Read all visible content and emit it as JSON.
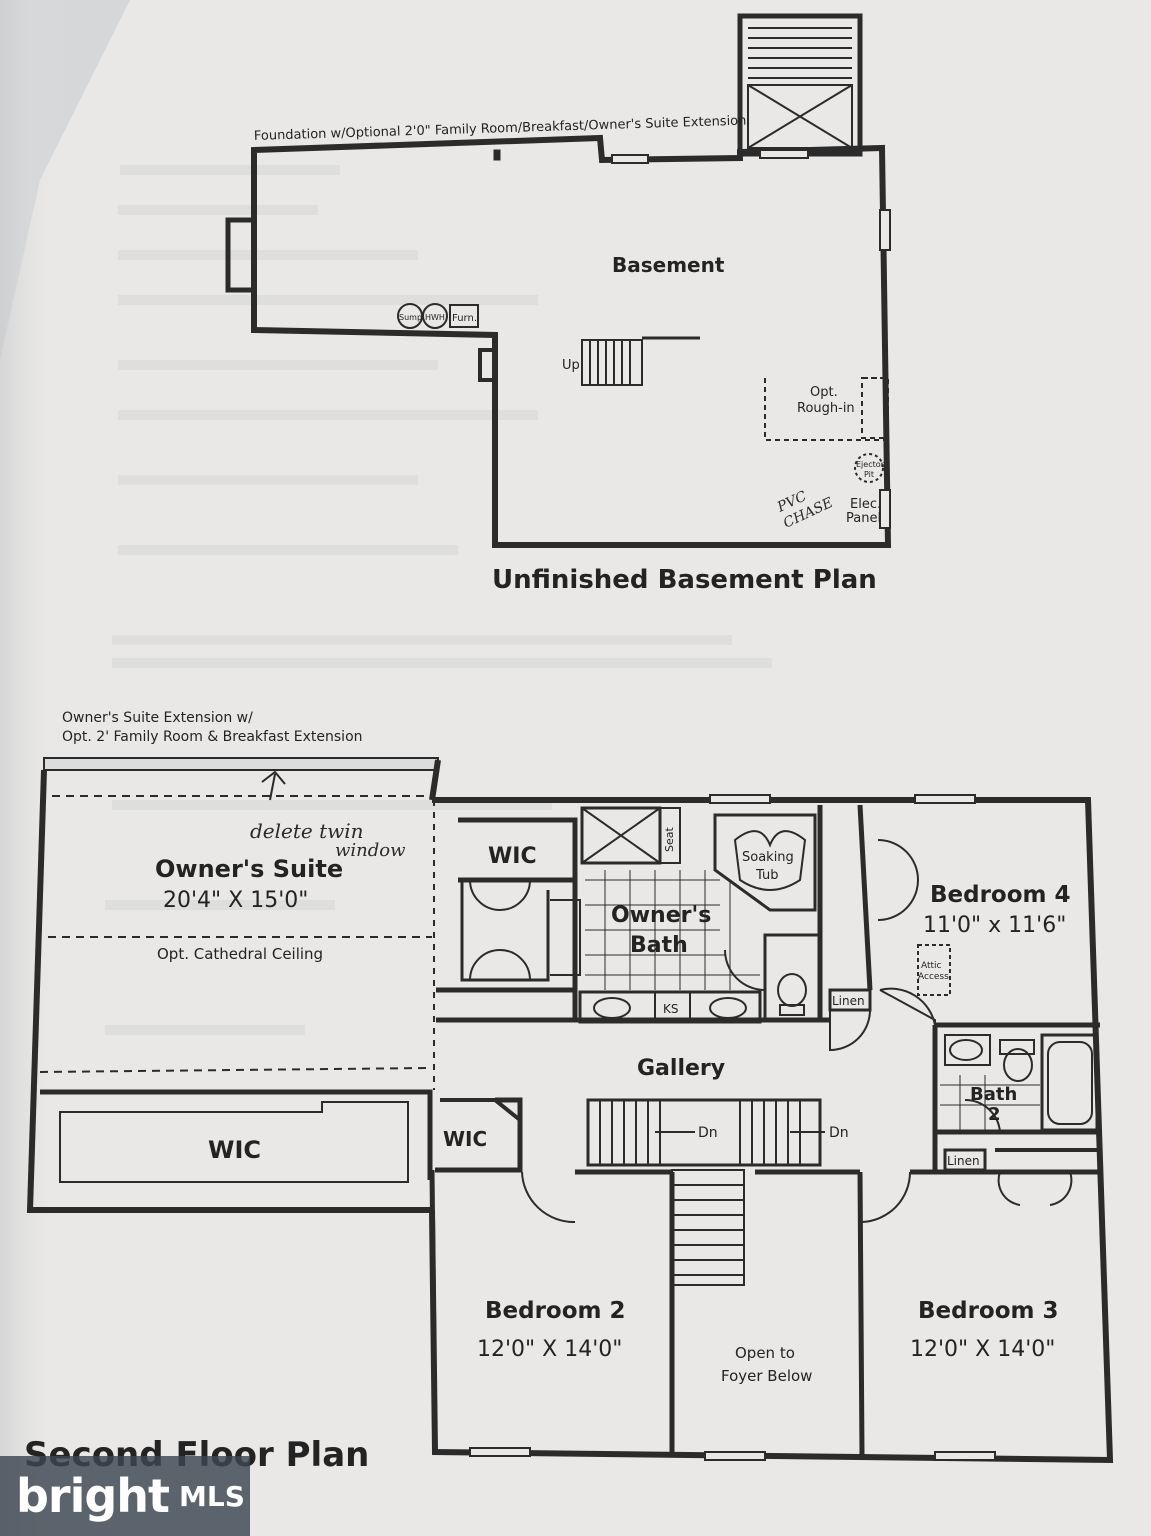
{
  "basement": {
    "note": "Foundation w/Optional 2'0\" Family Room/Breakfast/Owner's Suite Extension",
    "room": "Basement",
    "stair": "Up",
    "fixtures": [
      "Sump",
      "HWH",
      "Furn."
    ],
    "rough_in": [
      "Opt.",
      "Rough-in"
    ],
    "ejector": [
      "Ejector",
      "Pit"
    ],
    "panel": [
      "Elec.",
      "Panel"
    ],
    "handwritten": [
      "PVC",
      "CHASE"
    ],
    "title": "Unfinished Basement Plan"
  },
  "second_floor": {
    "note_line1": "Owner's Suite Extension w/",
    "note_line2": "Opt. 2' Family Room & Breakfast Extension",
    "handwritten_line1": "delete twin",
    "handwritten_line2": "window",
    "owners_suite": {
      "name": "Owner's Suite",
      "size": "20'4\" X 15'0\"",
      "note": "Opt. Cathedral Ceiling"
    },
    "wic_a": "WIC",
    "wic_b": "WIC",
    "wic_c": "WIC",
    "seat": "Seat",
    "tub": [
      "Soaking",
      "Tub"
    ],
    "owners_bath": [
      "Owner's",
      "Bath"
    ],
    "ks": "KS",
    "linen_a": "Linen",
    "linen_b": "Linen",
    "gallery": "Gallery",
    "dn_a": "Dn",
    "dn_b": "Dn",
    "attic": [
      "Attic",
      "Access"
    ],
    "bath2": [
      "Bath",
      "2"
    ],
    "bedroom4": {
      "name": "Bedroom 4",
      "size": "11'0\" x 11'6\""
    },
    "bedroom2": {
      "name": "Bedroom 2",
      "size": "12'0\" X 14'0\""
    },
    "bedroom3": {
      "name": "Bedroom 3",
      "size": "12'0\" X 14'0\""
    },
    "open_to": [
      "Open to",
      "Foyer Below"
    ],
    "title": "Second Floor Plan"
  },
  "watermark": {
    "brand": "bright",
    "tag": "MLS"
  },
  "colors": {
    "paper": "#e9e8e6",
    "wall": "#2b2b2b",
    "badge": "#3c4650"
  }
}
